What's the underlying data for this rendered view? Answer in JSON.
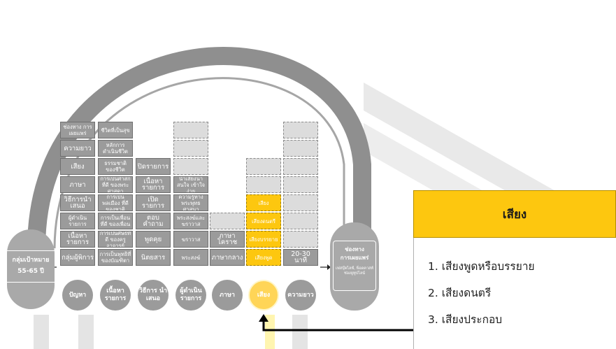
{
  "target_group": {
    "label": "กลุ่มเป้าหมาย",
    "age": "55-65 ปี"
  },
  "channel": {
    "label1": "ช่องทาง",
    "label2": "การเผยแพร่",
    "detail": "เฟสบุ๊คไลฟ์, พ็อดคาสท์ ช่องยูทูปไลน์"
  },
  "columns": [
    {
      "key": "problem",
      "circle": "ปัญหา",
      "items": [
        "กลุ่มผู้พิการ",
        "เนื้อหารายการ",
        "ผู้ดำเนินรายการ",
        "วิธีการนำเสนอ",
        "ภาษา",
        "เสียง",
        "ความยาว",
        "ช่องทาง การเผยแพร่"
      ]
    },
    {
      "key": "content",
      "circle": "เนื้อหา รายการ",
      "items": [
        "การเป็นพุทธิที่ ของบัณฑิตา",
        "การเป็นศิษย์ที่ดี ของครูอาจารย์",
        "การเป็นเพื่อนที่ดี ของเพื่อน",
        "การเป็นพลเมือง ที่ดีของชาติ",
        "การเป็นศาสกที่ดี ของพระศาสดา",
        "ธรรมชาติ ของชีวิต",
        "หลักการ ดำเนินชีวิต",
        "ชีวิตที่เป็นสุข"
      ]
    },
    {
      "key": "method",
      "circle": "วิธีการ นำเสนอ",
      "items": [
        "นิตยสาร",
        "พูดคุย",
        "ตอบคำถาม",
        "เปิดรายการ",
        "เนื้อหารายการ",
        "ปิดรายการ"
      ]
    },
    {
      "key": "host",
      "circle": "ผู้ดำเนิน รายการ",
      "items": [
        "พระสงฆ์",
        "ฆราวาส",
        "พระสงฆ์และ ฆราวาส",
        "ความรู้ทาง พระพุทธศาสนา",
        "น้ำเสียงน่าสนใจ เข้าใจง่าย"
      ]
    },
    {
      "key": "language",
      "circle": "ภาษา",
      "items": [
        "ภาษากลาง",
        "ภาษาโคราช"
      ]
    },
    {
      "key": "sound",
      "circle": "เสียง",
      "items": [
        "เสียงพูด",
        "เสียงบรรยาย",
        "เสียงดนตรี",
        "เสียง"
      ]
    },
    {
      "key": "length",
      "circle": "ความยาว",
      "items": [
        "20-30 นาที"
      ]
    }
  ],
  "legend": {
    "title": "เสียง",
    "items": [
      "1. เสียงพูดหรือบรรยาย",
      "2. เสียงดนตรี",
      "3. เสียงประกอบ"
    ]
  },
  "colors": {
    "accent": "#fdc70f",
    "box": "#9b9b9b",
    "arc": "#8e8e8e",
    "empty": "#dcdcdc"
  }
}
